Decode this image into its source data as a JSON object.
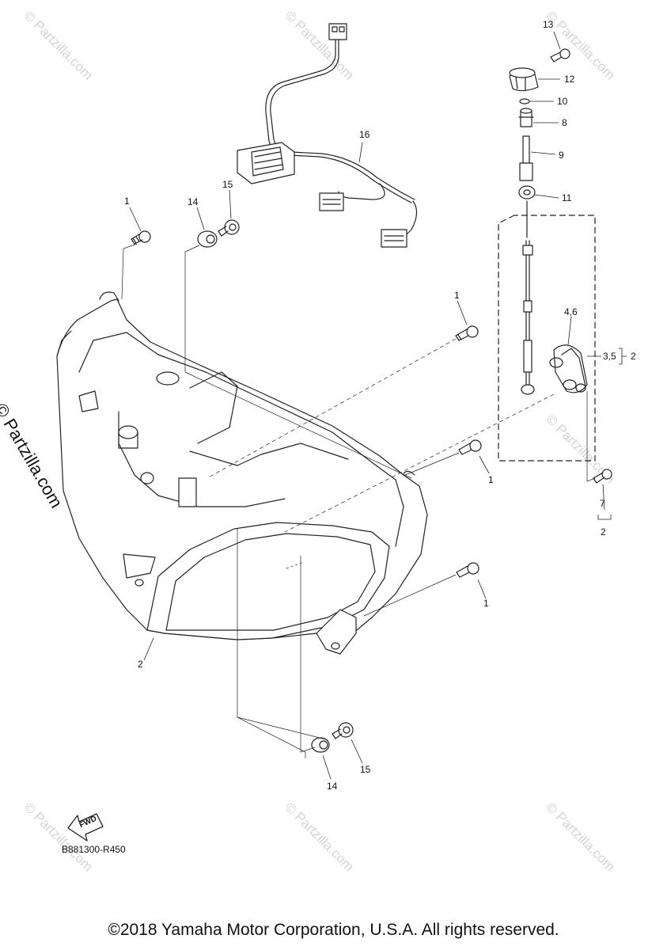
{
  "watermark": "© Partzilla.com",
  "diagram_code": "B881300-R450",
  "fwd_label": "FWD",
  "copyright": "©2018 Yamaha Motor Corporation, U.S.A. All rights reserved.",
  "callouts": {
    "c13": "13",
    "c12": "12",
    "c10": "10",
    "c8": "8",
    "c9": "9",
    "c11": "11",
    "c16": "16",
    "c15a": "15",
    "c14a": "14",
    "c1a": "1",
    "c1b": "1",
    "c46": "4,6",
    "c35": "3,5",
    "c2a": "2",
    "c1c": "1",
    "c7": "7",
    "c2b": "2",
    "c1d": "1",
    "c2c": "2",
    "c14b": "14",
    "c15b": "15"
  }
}
